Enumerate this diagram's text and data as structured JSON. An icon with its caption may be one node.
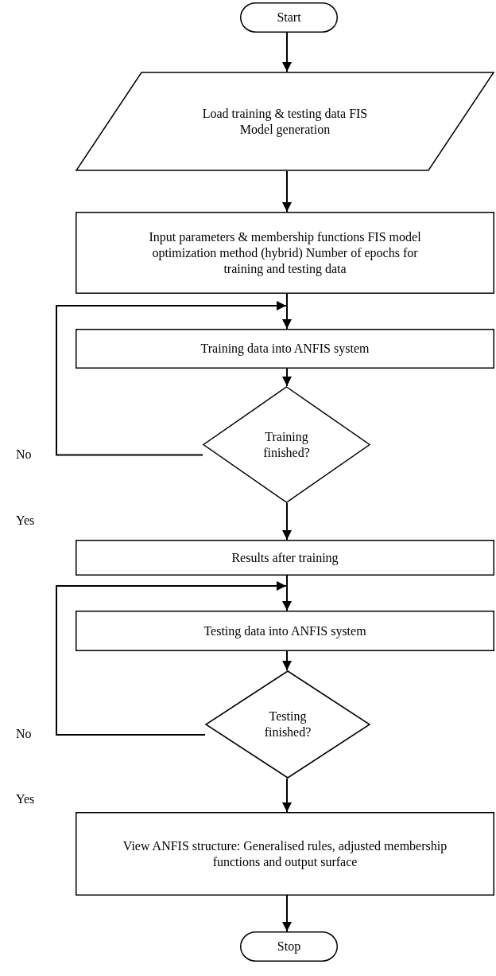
{
  "diagram": {
    "nodes": [
      {
        "text": [
          "Start"
        ]
      },
      {
        "text": [
          "Load training & testing data FIS Model generation"
        ]
      },
      {
        "text": [
          "Input parameters & membership functions FIS model optimization method (hybrid) Number of epochs for training and testing data"
        ]
      },
      {
        "text": [
          "Training data into ANFIS system"
        ]
      },
      {
        "text": [
          "Training finished?"
        ]
      },
      {
        "text": [
          "Results after training"
        ]
      },
      {
        "text": [
          "Testing data into ANFIS system"
        ]
      },
      {
        "text": [
          "Testing finished?"
        ]
      },
      {
        "text": [
          "View ANFIS structure: Generalised rules, adjusted membership functions and output surface"
        ]
      },
      {
        "text": [
          "Stop"
        ]
      }
    ],
    "edges": [
      {
        "from": 0,
        "to": 1,
        "arrow": "to"
      },
      {
        "from": 1,
        "to": 2,
        "arrow": "to"
      },
      {
        "from": 2,
        "to": 3,
        "arrow": "to"
      },
      {
        "from": 3,
        "to": 4,
        "arrow": "to"
      },
      {
        "from": 4,
        "to": 3,
        "arrow": "to",
        "label": "No"
      },
      {
        "from": 4,
        "to": 5,
        "arrow": "to"
      },
      {
        "from": 5,
        "to": 6,
        "arrow": "to"
      },
      {
        "from": 6,
        "to": 7,
        "arrow": "to"
      },
      {
        "from": 7,
        "to": 6,
        "arrow": "to",
        "label": "No"
      },
      {
        "from": 7,
        "to": 8,
        "arrow": "to"
      },
      {
        "from": 8,
        "to": 9,
        "arrow": "to"
      }
    ],
    "labels": [
      "Yes",
      "Yes"
    ]
  }
}
